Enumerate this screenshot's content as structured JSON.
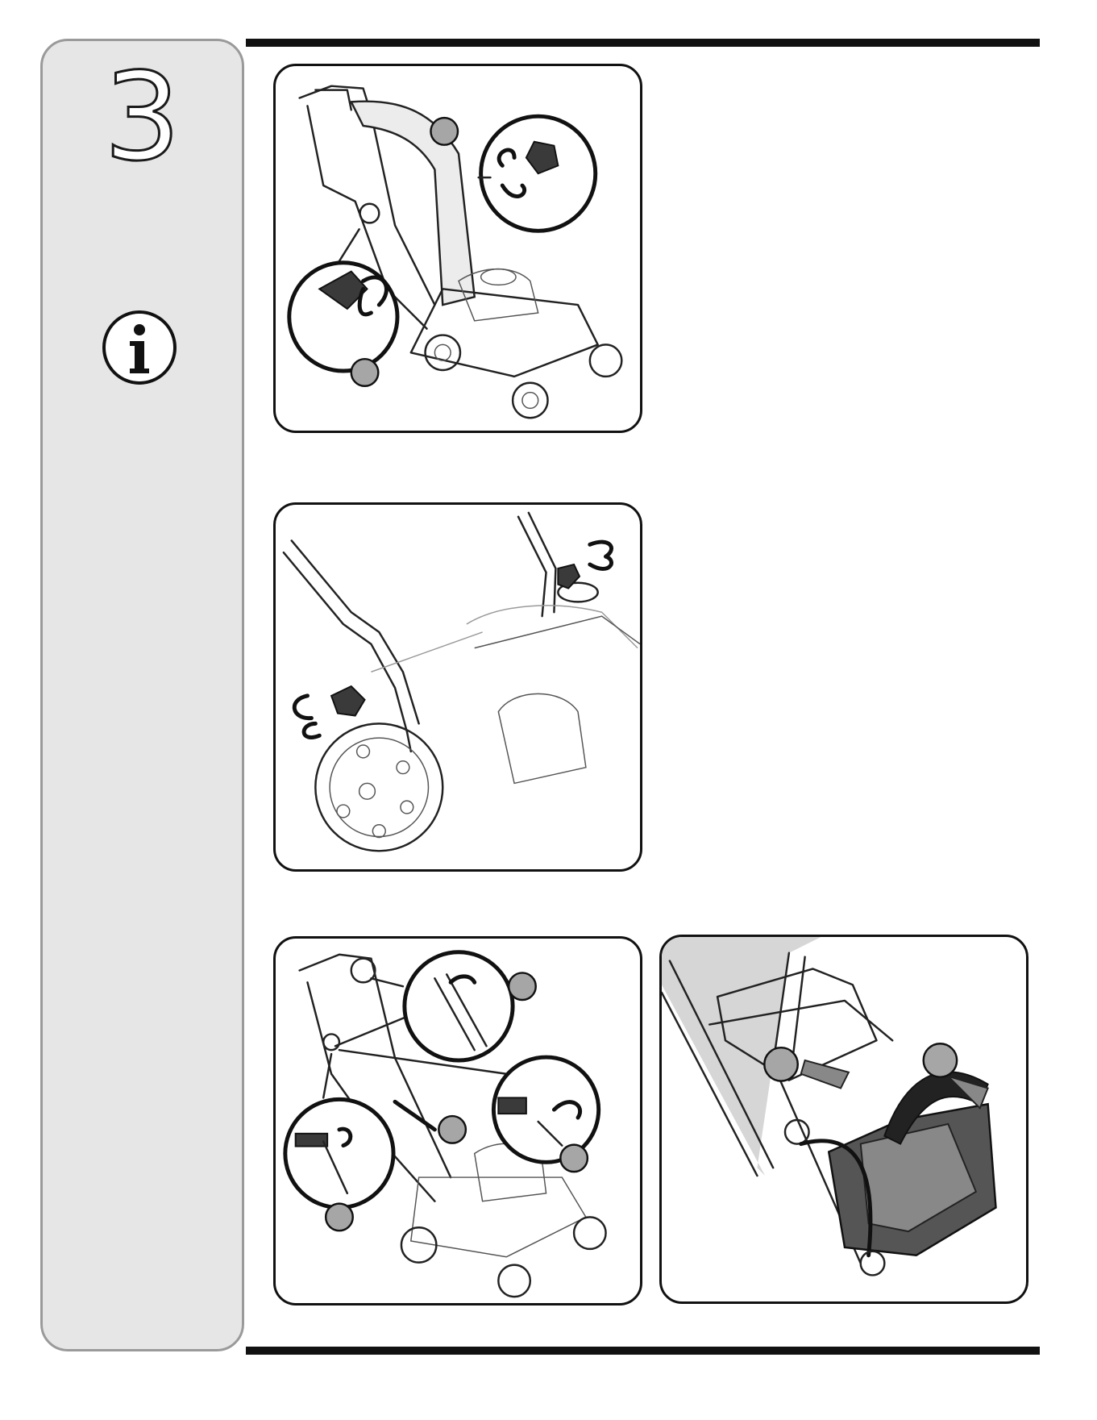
{
  "sidebar": {
    "step_number": "3",
    "info_icon": "info-circle-icon"
  },
  "panels": [
    {
      "id": "handle-fold-callouts",
      "icons": [
        "knob-rotate-icon",
        "knob-rotate-icon"
      ],
      "callout_count": 2
    },
    {
      "id": "handle-knobs",
      "icons": [
        "knob-rotate-icon",
        "knob-rotate-icon"
      ]
    },
    {
      "id": "cable-routing-callouts",
      "icons": [
        "cable-clip-icon",
        "knob-rotate-icon",
        "lever-icon"
      ],
      "callout_count": 4
    },
    {
      "id": "grass-bag-install",
      "icons": [
        "push-arrow-icon",
        "lift-arrow-icon"
      ],
      "callout_count": 2
    }
  ],
  "colors": {
    "sidebar_bg": "#e6e6e6",
    "callout_marker": "#a6a6a6",
    "rule": "#111111"
  }
}
